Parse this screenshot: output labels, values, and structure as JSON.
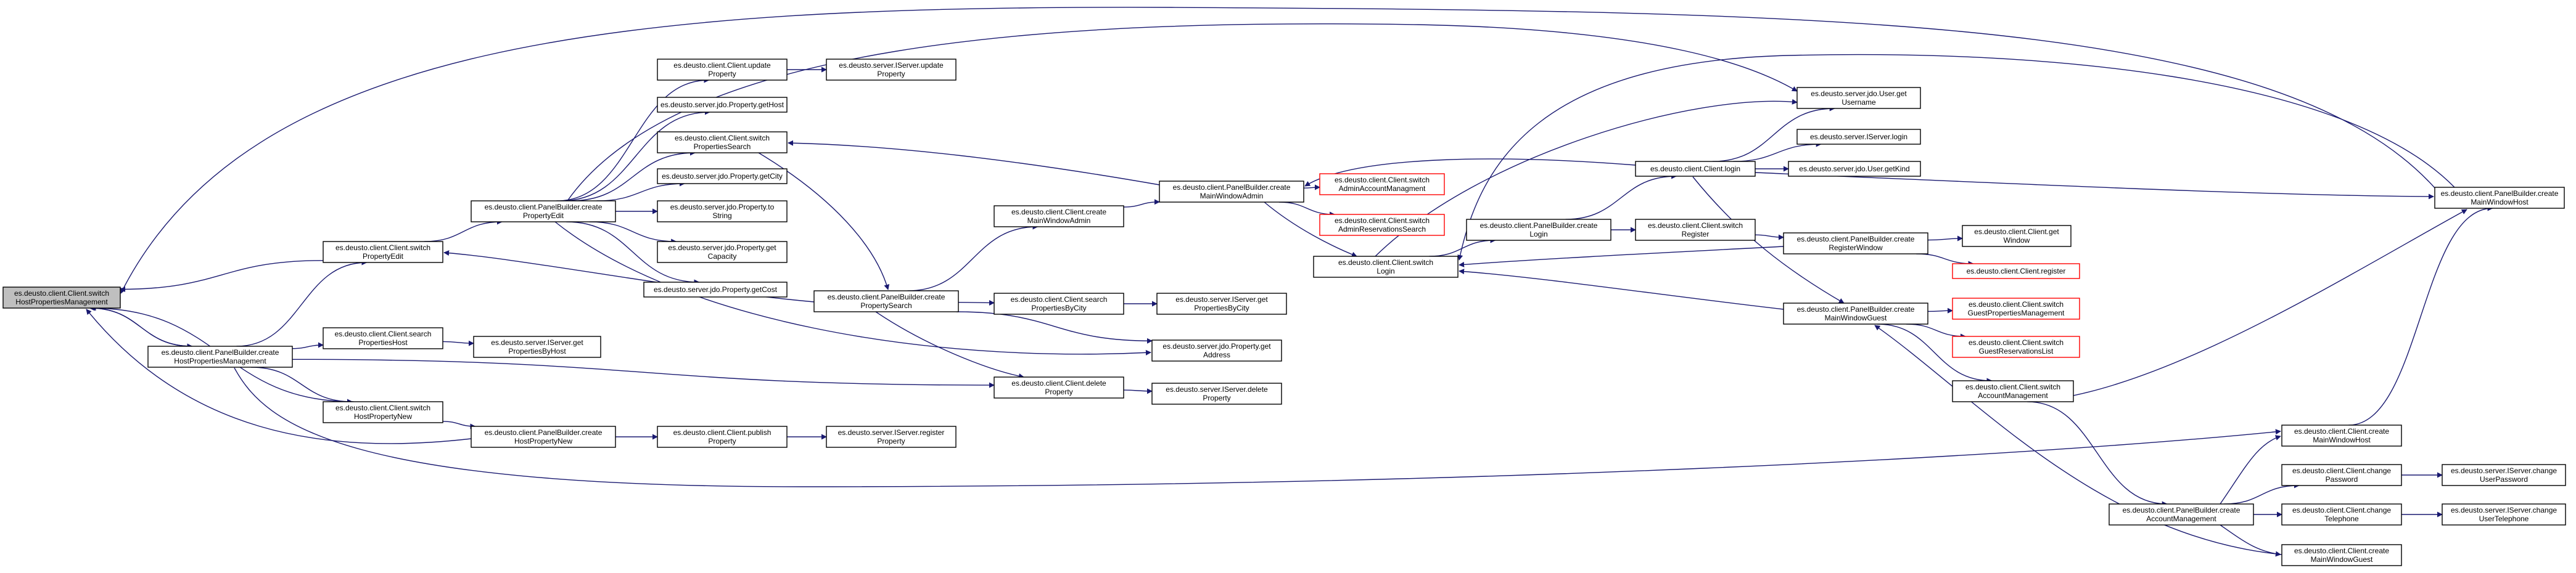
{
  "colors": {
    "edge": "#191970",
    "node_border": "#000000",
    "node_border_truncated": "#ff0000",
    "node_fill": "#ffffff",
    "root_fill": "#bfbfbf",
    "text": "#000000"
  },
  "nodes": [
    {
      "id": "n0",
      "lines": [
        "es.deusto.client.Client.switch",
        "HostPropertiesManagement"
      ],
      "root": true
    },
    {
      "id": "n1",
      "lines": [
        "es.deusto.client.PanelBuilder.create",
        "HostPropertiesManagement"
      ]
    },
    {
      "id": "n2",
      "lines": [
        "es.deusto.client.Client.switch",
        "PropertyEdit"
      ]
    },
    {
      "id": "n3",
      "lines": [
        "es.deusto.client.Client.search",
        "PropertiesHost"
      ]
    },
    {
      "id": "n4",
      "lines": [
        "es.deusto.client.Client.switch",
        "HostPropertyNew"
      ]
    },
    {
      "id": "n5",
      "lines": [
        "es.deusto.client.PanelBuilder.create",
        "PropertyEdit"
      ]
    },
    {
      "id": "n6",
      "lines": [
        "es.deusto.server.IServer.get",
        "PropertiesByHost"
      ]
    },
    {
      "id": "n7",
      "lines": [
        "es.deusto.client.PanelBuilder.create",
        "HostPropertyNew"
      ]
    },
    {
      "id": "n8",
      "lines": [
        "es.deusto.client.Client.update",
        "Property"
      ]
    },
    {
      "id": "n9",
      "lines": [
        "es.deusto.server.jdo.Property.getHost"
      ]
    },
    {
      "id": "n10",
      "lines": [
        "es.deusto.client.Client.switch",
        "PropertiesSearch"
      ]
    },
    {
      "id": "n11",
      "lines": [
        "es.deusto.server.jdo.Property.getCity"
      ]
    },
    {
      "id": "n12",
      "lines": [
        "es.deusto.server.jdo.Property.to",
        "String"
      ]
    },
    {
      "id": "n13",
      "lines": [
        "es.deusto.server.jdo.Property.get",
        "Capacity"
      ]
    },
    {
      "id": "n14",
      "lines": [
        "es.deusto.server.jdo.Property.getCost"
      ]
    },
    {
      "id": "n15",
      "lines": [
        "es.deusto.client.Client.publish",
        "Property"
      ]
    },
    {
      "id": "n16",
      "lines": [
        "es.deusto.server.IServer.update",
        "Property"
      ]
    },
    {
      "id": "n17",
      "lines": [
        "es.deusto.client.PanelBuilder.create",
        "PropertySearch"
      ]
    },
    {
      "id": "n18",
      "lines": [
        "es.deusto.server.jdo.Property.get",
        "Address"
      ]
    },
    {
      "id": "n19",
      "lines": [
        "es.deusto.client.Client.delete",
        "Property"
      ]
    },
    {
      "id": "n20",
      "lines": [
        "es.deusto.server.IServer.register",
        "Property"
      ]
    },
    {
      "id": "n21",
      "lines": [
        "es.deusto.client.Client.create",
        "MainWindowAdmin"
      ]
    },
    {
      "id": "n22",
      "lines": [
        "es.deusto.client.Client.search",
        "PropertiesByCity"
      ]
    },
    {
      "id": "n23",
      "lines": [
        "es.deusto.server.IServer.get",
        "PropertiesByCity"
      ]
    },
    {
      "id": "n24",
      "lines": [
        "es.deusto.server.IServer.delete",
        "Property"
      ]
    },
    {
      "id": "n25",
      "lines": [
        "es.deusto.client.PanelBuilder.create",
        "MainWindowAdmin"
      ]
    },
    {
      "id": "n26",
      "lines": [
        "es.deusto.client.Client.switch",
        "AdminAccountManagment"
      ],
      "truncated": true
    },
    {
      "id": "n27",
      "lines": [
        "es.deusto.client.Client.switch",
        "AdminReservationsSearch"
      ],
      "truncated": true
    },
    {
      "id": "n28",
      "lines": [
        "es.deusto.client.Client.switch",
        "Login"
      ]
    },
    {
      "id": "n29",
      "lines": [
        "es.deusto.client.PanelBuilder.create",
        "Login"
      ]
    },
    {
      "id": "n30",
      "lines": [
        "es.deusto.client.Client.login"
      ]
    },
    {
      "id": "n31",
      "lines": [
        "es.deusto.client.Client.switch",
        "Register"
      ]
    },
    {
      "id": "n32",
      "lines": [
        "es.deusto.server.jdo.User.get",
        "Username"
      ]
    },
    {
      "id": "n33",
      "lines": [
        "es.deusto.server.IServer.login"
      ]
    },
    {
      "id": "n34",
      "lines": [
        "es.deusto.server.jdo.User.getKind"
      ]
    },
    {
      "id": "n35",
      "lines": [
        "es.deusto.client.PanelBuilder.create",
        "RegisterWindow"
      ]
    },
    {
      "id": "n36",
      "lines": [
        "es.deusto.client.PanelBuilder.create",
        "MainWindowGuest"
      ]
    },
    {
      "id": "n37",
      "lines": [
        "es.deusto.client.Client.get",
        "Window"
      ]
    },
    {
      "id": "n38",
      "lines": [
        "es.deusto.client.Client.register"
      ],
      "truncated": true
    },
    {
      "id": "n39",
      "lines": [
        "es.deusto.client.Client.switch",
        "GuestPropertiesManagement"
      ],
      "truncated": true
    },
    {
      "id": "n40",
      "lines": [
        "es.deusto.client.Client.switch",
        "GuestReservationsList"
      ],
      "truncated": true
    },
    {
      "id": "n41",
      "lines": [
        "es.deusto.client.Client.switch",
        "AccountManagement"
      ]
    },
    {
      "id": "n42",
      "lines": [
        "es.deusto.client.PanelBuilder.create",
        "AccountManagement"
      ]
    },
    {
      "id": "n43",
      "lines": [
        "es.deusto.client.Client.create",
        "MainWindowHost"
      ]
    },
    {
      "id": "n44",
      "lines": [
        "es.deusto.client.Client.change",
        "Password"
      ]
    },
    {
      "id": "n45",
      "lines": [
        "es.deusto.client.Client.change",
        "Telephone"
      ]
    },
    {
      "id": "n46",
      "lines": [
        "es.deusto.client.Client.create",
        "MainWindowGuest"
      ]
    },
    {
      "id": "n47",
      "lines": [
        "es.deusto.server.IServer.change",
        "UserPassword"
      ]
    },
    {
      "id": "n48",
      "lines": [
        "es.deusto.server.IServer.change",
        "UserTelephone"
      ]
    },
    {
      "id": "n49",
      "lines": [
        "es.deusto.client.PanelBuilder.create",
        "MainWindowHost"
      ]
    }
  ],
  "edges": [
    {
      "from": "n1",
      "to": "n0"
    },
    {
      "from": "n2",
      "to": "n0"
    },
    {
      "from": "n4",
      "to": "n0"
    },
    {
      "from": "n7",
      "to": "n0"
    },
    {
      "from": "n49",
      "to": "n0"
    },
    {
      "from": "n0",
      "to": "n1"
    },
    {
      "from": "n1",
      "to": "n2"
    },
    {
      "from": "n1",
      "to": "n3"
    },
    {
      "from": "n1",
      "to": "n4"
    },
    {
      "from": "n1",
      "to": "n19"
    },
    {
      "from": "n1",
      "to": "n43"
    },
    {
      "from": "n2",
      "to": "n5"
    },
    {
      "from": "n3",
      "to": "n6"
    },
    {
      "from": "n4",
      "to": "n7"
    },
    {
      "from": "n5",
      "to": "n8"
    },
    {
      "from": "n5",
      "to": "n9"
    },
    {
      "from": "n5",
      "to": "n10"
    },
    {
      "from": "n5",
      "to": "n11"
    },
    {
      "from": "n5",
      "to": "n12"
    },
    {
      "from": "n5",
      "to": "n13"
    },
    {
      "from": "n5",
      "to": "n14"
    },
    {
      "from": "n5",
      "to": "n18"
    },
    {
      "from": "n5",
      "to": "n32"
    },
    {
      "from": "n7",
      "to": "n15"
    },
    {
      "from": "n8",
      "to": "n16"
    },
    {
      "from": "n10",
      "to": "n17"
    },
    {
      "from": "n15",
      "to": "n20"
    },
    {
      "from": "n17",
      "to": "n2"
    },
    {
      "from": "n17",
      "to": "n18"
    },
    {
      "from": "n17",
      "to": "n19"
    },
    {
      "from": "n17",
      "to": "n21"
    },
    {
      "from": "n17",
      "to": "n22"
    },
    {
      "from": "n19",
      "to": "n24"
    },
    {
      "from": "n21",
      "to": "n25"
    },
    {
      "from": "n22",
      "to": "n23"
    },
    {
      "from": "n25",
      "to": "n10"
    },
    {
      "from": "n25",
      "to": "n26"
    },
    {
      "from": "n25",
      "to": "n27"
    },
    {
      "from": "n25",
      "to": "n28"
    },
    {
      "from": "n28",
      "to": "n29"
    },
    {
      "from": "n28",
      "to": "n32"
    },
    {
      "from": "n29",
      "to": "n30"
    },
    {
      "from": "n29",
      "to": "n31"
    },
    {
      "from": "n30",
      "to": "n25"
    },
    {
      "from": "n30",
      "to": "n32"
    },
    {
      "from": "n30",
      "to": "n33"
    },
    {
      "from": "n30",
      "to": "n34"
    },
    {
      "from": "n30",
      "to": "n36"
    },
    {
      "from": "n30",
      "to": "n49"
    },
    {
      "from": "n31",
      "to": "n35"
    },
    {
      "from": "n35",
      "to": "n28"
    },
    {
      "from": "n35",
      "to": "n37"
    },
    {
      "from": "n35",
      "to": "n38"
    },
    {
      "from": "n36",
      "to": "n28"
    },
    {
      "from": "n36",
      "to": "n39"
    },
    {
      "from": "n36",
      "to": "n40"
    },
    {
      "from": "n36",
      "to": "n41"
    },
    {
      "from": "n41",
      "to": "n42"
    },
    {
      "from": "n41",
      "to": "n49"
    },
    {
      "from": "n42",
      "to": "n43"
    },
    {
      "from": "n42",
      "to": "n44"
    },
    {
      "from": "n42",
      "to": "n45"
    },
    {
      "from": "n42",
      "to": "n46"
    },
    {
      "from": "n43",
      "to": "n49"
    },
    {
      "from": "n44",
      "to": "n47"
    },
    {
      "from": "n45",
      "to": "n48"
    },
    {
      "from": "n46",
      "to": "n36"
    },
    {
      "from": "n49",
      "to": "n28"
    }
  ]
}
